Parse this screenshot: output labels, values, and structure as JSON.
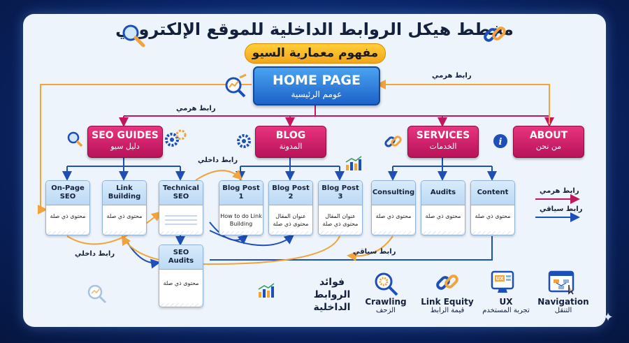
{
  "title": "مخطط هيكل الروابط الداخلية للموقع الإلكتروني",
  "subtitle": "مفهوم معمارية السيو",
  "home": {
    "en": "HOME PAGE",
    "ar": "عومم الرئيسية"
  },
  "categories": [
    {
      "en": "SEO GUIDES",
      "ar": "دليل سيو"
    },
    {
      "en": "BLOG",
      "ar": "المدونة"
    },
    {
      "en": "SERVICES",
      "ar": "الخدمات"
    },
    {
      "en": "ABOUT",
      "ar": "من نحن"
    }
  ],
  "cards": [
    {
      "title": "On-Page SEO",
      "body": "محتوى ذي صلة"
    },
    {
      "title": "Link Building",
      "body": "محتوى ذي صلة"
    },
    {
      "title": "Technical SEO",
      "body": ""
    },
    {
      "title": "Blog Post 1",
      "body": "How to do Link Building"
    },
    {
      "title": "Blog Post 2",
      "body": "عنوان المقال محتوى ذي صلة"
    },
    {
      "title": "Blog Post 3",
      "body": "عنوان المقال محتوى ذي صلة"
    },
    {
      "title": "Consulting",
      "body": "محتوى ذي صلة"
    },
    {
      "title": "Audits",
      "body": "محتوى ذي صلة"
    },
    {
      "title": "Content",
      "body": "محتوى ذي صلة"
    },
    {
      "title": "SEO Audits",
      "body": "محتوى ذي صلة"
    }
  ],
  "link_labels": {
    "hierarchical": "رابط هرمي",
    "internal": "رابط داخلي",
    "contextual": "رابط سياقي"
  },
  "legend": [
    {
      "label": "رابط هرمي",
      "color": "#c0185f"
    },
    {
      "label": "رابط سياقي",
      "color": "#1d4fb8"
    }
  ],
  "benefits_title": "فوائد الروابط الداخلية",
  "benefits": [
    {
      "en": "Crawling",
      "ar": "الزحف",
      "icon": "magnifier-gear-icon"
    },
    {
      "en": "Link Equity",
      "ar": "قيمة الرابط",
      "icon": "chain-link-icon"
    },
    {
      "en": "UX",
      "ar": "تجربة المستخدم",
      "icon": "ux-screen-icon"
    },
    {
      "en": "Navigation",
      "ar": "التنقل",
      "icon": "navigation-sitemap-icon"
    }
  ],
  "colors": {
    "orange": "#f2a33a",
    "blue": "#1d4fb8",
    "magenta": "#c0185f",
    "green": "#2e9b57"
  }
}
